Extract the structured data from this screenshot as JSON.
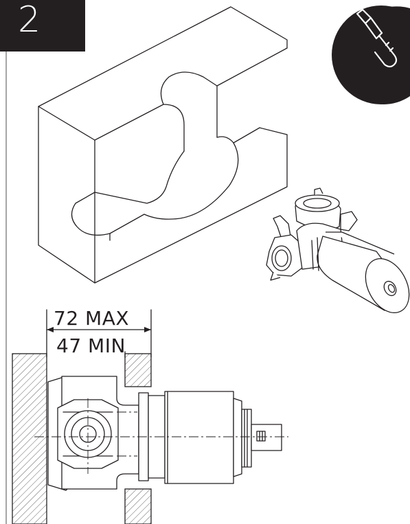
{
  "step": {
    "number": "2"
  },
  "dimensions": {
    "max_label": "72 MAX",
    "min_label": "47 MIN"
  },
  "icons": {
    "tool": "screwdriver-icon"
  },
  "colors": {
    "ink": "#231f20",
    "paper": "#ffffff"
  }
}
